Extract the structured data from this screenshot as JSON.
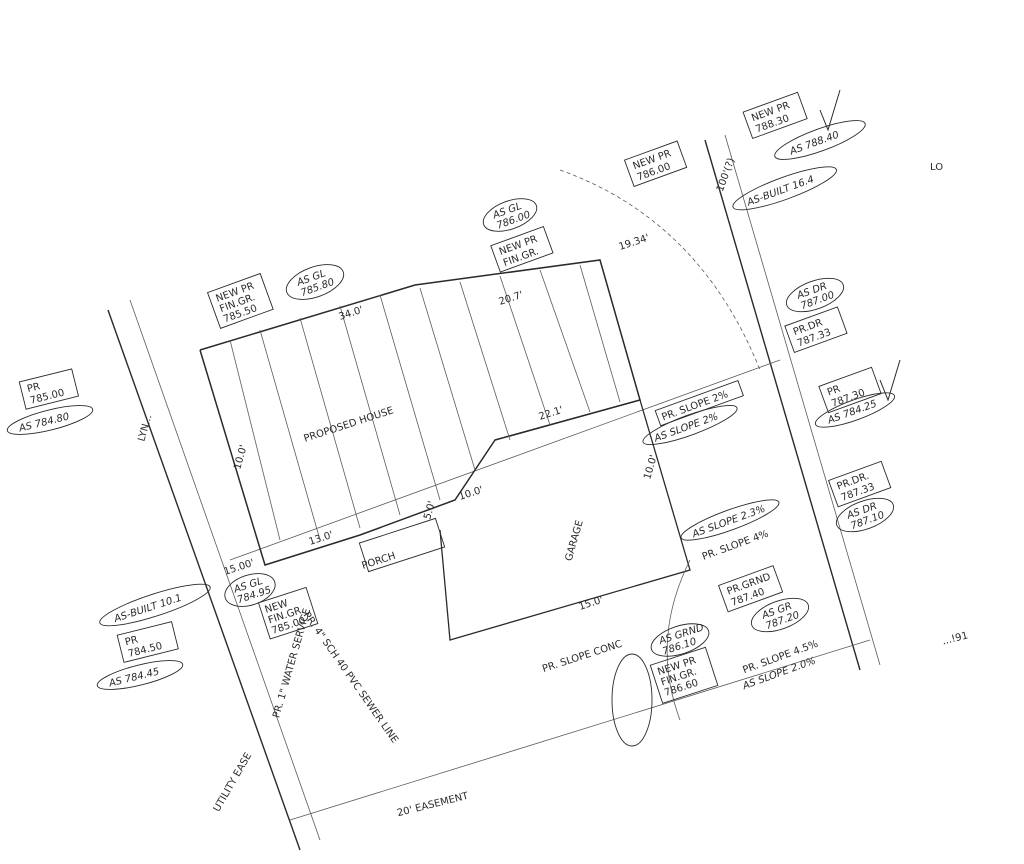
{
  "sheet": {
    "corner_label": "LO",
    "partial_label_right": "...!91"
  },
  "dimensions": {
    "top_left_edge": "34.0'",
    "top_right_edge": "19.34'",
    "top_mid_edge": "20.7'",
    "left_side": "10.0'",
    "left_bottom": "15.00'",
    "step_edge": "22.1'",
    "bottom_edge": "13.0'",
    "inner_a": "10.0'",
    "inner_b": "5.0'",
    "side_right": "10.0'",
    "bottom_right": "15.0'"
  },
  "streets": {
    "left_line": "LYN...",
    "right_line": "100'(?)"
  },
  "labels": {
    "new_pr_top": [
      "NEW PR",
      "788.30"
    ],
    "as_top": "AS 788.40",
    "new_pr_2": [
      "NEW PR",
      "786.00"
    ],
    "as_built_top": "AS-BUILT 16.4",
    "new_pr_fin": [
      "NEW PR",
      "FIN.GR.",
      "785.50"
    ],
    "as_gl_topleft": [
      "AS GL",
      "785.80"
    ],
    "new_pr_fin_mid": [
      "NEW PR",
      "FIN.GR."
    ],
    "as_gl_mid": [
      "AS GL",
      "786.00"
    ],
    "pr_left": [
      "PR",
      "785.00"
    ],
    "as_left": "AS 784.80",
    "as_dr_right": [
      "AS DR",
      "787.00"
    ],
    "pr_dr_right": [
      "PR.DR",
      "787.33"
    ],
    "pr_right": [
      "PR",
      "787.30"
    ],
    "as_right": "AS 784.25",
    "pr_slope_mid": "PR. SLOPE 2%",
    "as_slope_mid": "AS SLOPE 2%",
    "pr_dr_right2": [
      "PR.DR.",
      "787.33"
    ],
    "as_dr_right2": [
      "AS DR",
      "787.10"
    ],
    "as_slope_lower": "AS SLOPE 2.3%",
    "pr_slope_lower": "PR. SLOPE 4%",
    "pr_grnd": [
      "PR.GRND",
      "787.40"
    ],
    "as_grnd": [
      "AS GR",
      "787.20"
    ],
    "pr_slope_bottom": "PR. SLOPE 4.5%",
    "as_slope_bottom": "AS SLOPE 2.0%",
    "as_built_left": "AS-BUILT 10.1",
    "as_gl_left": [
      "AS GL",
      "784.95"
    ],
    "pr_left2": [
      "PR",
      "784.50"
    ],
    "as_left2": "AS 784.45",
    "new_fin_left": [
      "NEW",
      "FIN.GR.",
      "785.00"
    ],
    "new_pr_bottom": [
      "NEW PR",
      "FIN.GR.",
      "786.60"
    ],
    "as_grnd_bottom": [
      "AS GRND",
      "786.10"
    ],
    "easement": "20' EASEMENT",
    "utility": "UTILITY EASE",
    "water_service": "PR. 1\" WATER SERVICE",
    "sewer": "PR. 4\" SCH 40 PVC SEWER LINE",
    "porch": "PORCH",
    "proposed_house": "PROPOSED HOUSE",
    "garage": "GARAGE",
    "pr_slope_cone": "PR. SLOPE CONC"
  }
}
